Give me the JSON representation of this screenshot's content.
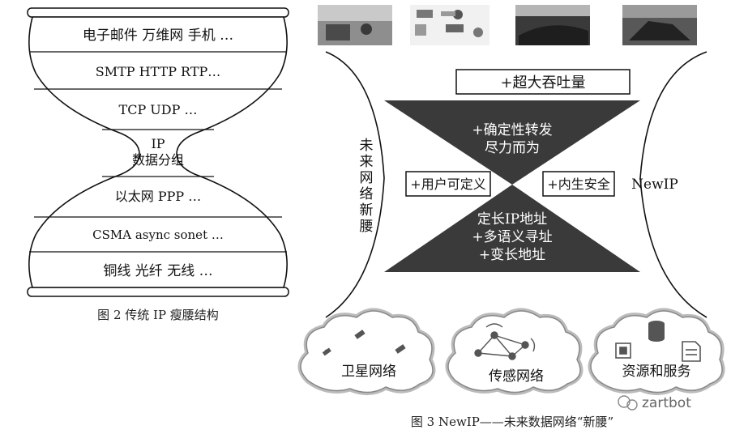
{
  "hourglass": {
    "layers": [
      "电子邮件 万维网 手机 …",
      "SMTP HTTP RTP…",
      "TCP UDP …",
      "IP",
      "数据分组",
      "以太网 PPP …",
      "CSMA async sonet …",
      "铜线 光纤 无线 …"
    ]
  },
  "caption_left": "图 2   传统 IP 瘦腰结构",
  "newip": {
    "top_box": "+超大吞吐量",
    "upper_triangle": [
      "+确定性转发",
      "尽力而为"
    ],
    "left_box": "+用户可定义",
    "right_box": "+内生安全",
    "lower_triangle": [
      "定长IP地址",
      "+多语义寻址",
      "+变长地址"
    ],
    "left_side_label": [
      "未",
      "来",
      "网",
      "络",
      "新",
      "腰"
    ],
    "right_side_label": "NewIP",
    "clouds": [
      "卫星网络",
      "传感网络",
      "资源和服务"
    ]
  },
  "caption_right": "图 3   NewIP——未来数据网络“新腰”",
  "watermark": "zartbot"
}
